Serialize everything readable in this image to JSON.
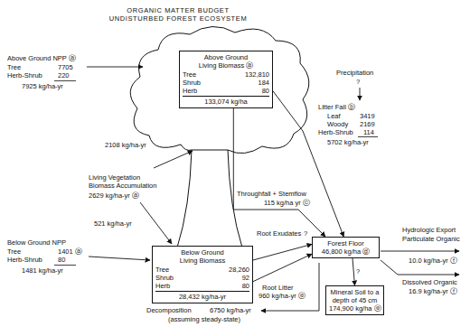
{
  "diagram": {
    "title": "ORGANIC MATTER BUDGET UNDISTURBED FOREST ECOSYSTEM",
    "nodes": [
      {
        "text": [
          "Above Ground Living Biomass ⓐ",
          "Tree",
          "132,810",
          "Shrub",
          "184",
          "Herb",
          "80",
          "133,074 kg/ha"
        ]
      },
      {
        "text": [
          "Below Ground Living Biomass",
          "Tree",
          "28,260",
          "Shrub",
          "92",
          "Herb",
          "80",
          "28,432 kg/ha-yr"
        ]
      },
      {
        "text": [
          "Forest Floor",
          "46,800 kg/ha ⓓ"
        ]
      },
      {
        "text": [
          "Mineral Soil to a depth of 45 cm",
          "174,900 kg/ha ⓔ"
        ]
      }
    ],
    "edges": [
      {
        "from": 0,
        "to": 2,
        "arrow": "to"
      },
      {
        "from": 0,
        "to": 2,
        "arrow": "to"
      },
      {
        "from": 1,
        "to": 2,
        "arrow": "to"
      },
      {
        "from": 1,
        "to": 2,
        "arrow": "to"
      },
      {
        "from": 2,
        "to": 3,
        "arrow": "to"
      }
    ],
    "labels": [
      "Precipitation",
      "?",
      "Above Ground NPP ⓐ",
      "Tree",
      "7705",
      "Herb-Shrub",
      "220",
      "7925 kg/ha-yr",
      "Litter Fall ⓑ",
      "Leaf",
      "3419",
      "Woody",
      "2169",
      "Herb-Shrub",
      "114",
      "5702 kg/ha-yr",
      "2108 kg/ha-yr",
      "Living Vegetation Biomass Accumulation",
      "2629 kg/ha-yr ⓐ",
      "521 kg/ha-yr",
      "Throughfall + Stemflow",
      "115 kg/ha yr ⓒ",
      "Root Exudates",
      "?",
      "Below Ground NPP",
      "Tree",
      "1401 ⓐ",
      "Herb-Shrub",
      "80",
      "1481 kg/ha-yr",
      "Hydrologic Export",
      "Particulate Organic",
      "10.0 kg/ha-yr ⓕ",
      "Dissolved Organic",
      "16.9 kg/ha-yr ⓕ",
      "?",
      "Root Litter",
      "960 kg/ha-yr ⓔ",
      "Decomposition",
      "6750 kg/ha-yr",
      "(assuming steady-state)"
    ]
  }
}
